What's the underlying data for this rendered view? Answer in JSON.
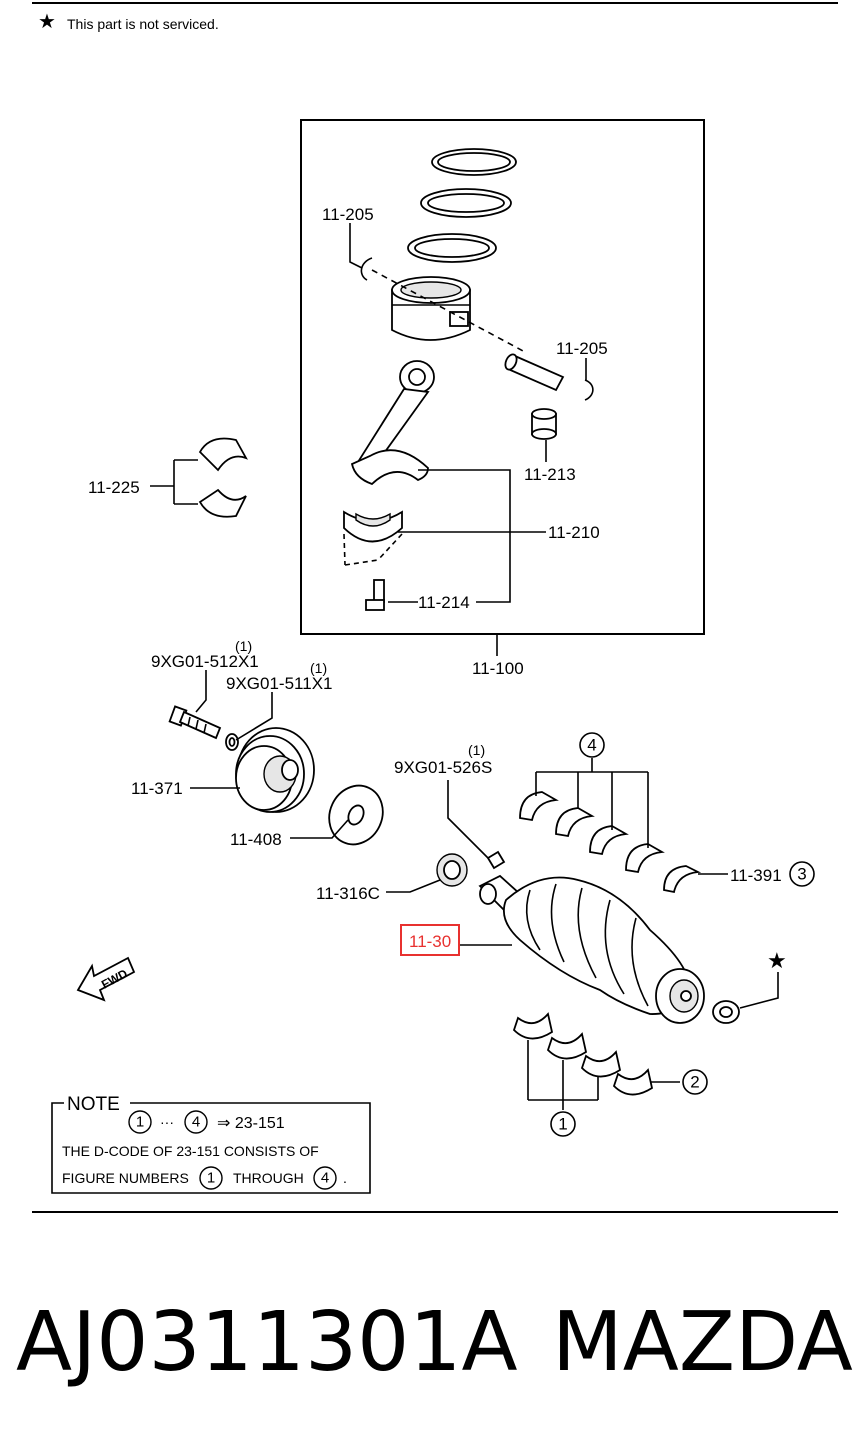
{
  "header": {
    "star_glyph": "★",
    "note_text": "This part is not serviced."
  },
  "callouts": {
    "snap_ring_top": "11-205",
    "snap_ring_right": "11-205",
    "bushing": "11-213",
    "bearing_set": "11-225",
    "rod_bearing": "11-210",
    "rod_bolt": "11-214",
    "piston_rod_assy": "11-100",
    "pulley_bolt": "9XG01-512X1",
    "pulley_bolt_sup": "(1)",
    "pulley_washer": "9XG01-511X1",
    "pulley_washer_sup": "(1)",
    "pulley": "11-371",
    "thrust_plate": "11-408",
    "key": "9XG01-526S",
    "key_sup": "(1)",
    "sprocket": "11-316C",
    "crankshaft": "11-30",
    "thrust_bearing": "11-391",
    "circled_4": "4",
    "circled_3": "3",
    "circled_2": "2",
    "circled_1": "1",
    "star_glyph": "★",
    "fwd": "FWD"
  },
  "note_box": {
    "title": "NOTE",
    "line1_c1": "1",
    "line1_dots": "···",
    "line1_c4": "4",
    "line1_arrow": "⇒ 23-151",
    "line2": "THE D-CODE OF   23-151  CONSISTS OF",
    "line3_a": "FIGURE NUMBERS",
    "line3_c1": "1",
    "line3_b": "THROUGH",
    "line3_c4": "4",
    "line3_end": "."
  },
  "footer": {
    "part_number": "AJ0311301A",
    "brand": "MAZDA"
  },
  "colors": {
    "highlight": "#e8312f"
  }
}
